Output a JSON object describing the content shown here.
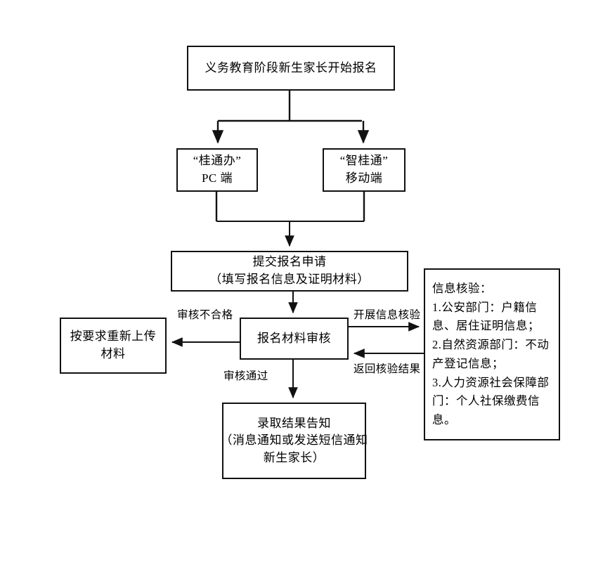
{
  "diagram": {
    "type": "flowchart",
    "title_text": "义务教育阶段新生家长开始报名",
    "nodes": {
      "start": {
        "lines": [
          "义务教育阶段新生家长开始报名"
        ]
      },
      "pc_channel": {
        "lines": [
          "“桂通办”",
          "PC 端"
        ]
      },
      "mobile_channel": {
        "lines": [
          "“智桂通”",
          "移动端"
        ]
      },
      "submit": {
        "lines": [
          "提交报名申请",
          "（填写报名信息及证明材料）"
        ]
      },
      "review": {
        "lines": [
          "报名材料审核"
        ]
      },
      "reupload": {
        "lines": [
          "按要求重新上传",
          "材料"
        ]
      },
      "result": {
        "lines": [
          "录取结果告知",
          "（消息通知或发送短信通知",
          "新生家长）"
        ]
      },
      "verify_panel": {
        "lines": [
          "信息核验：",
          "1.公安部门：户籍信息、居住证明信息；",
          "2.自然资源部门：不动产登记信息；",
          "3.人力资源社会保障部门：个人社保缴费信息。"
        ]
      }
    },
    "edge_labels": {
      "review_fail": "审核不合格",
      "review_pass": "审核通过",
      "start_verification": "开展信息核验",
      "return_verification": "返回核验结果"
    },
    "colors": {
      "stroke": "#111111",
      "background": "#ffffff",
      "text": "#000000"
    }
  }
}
